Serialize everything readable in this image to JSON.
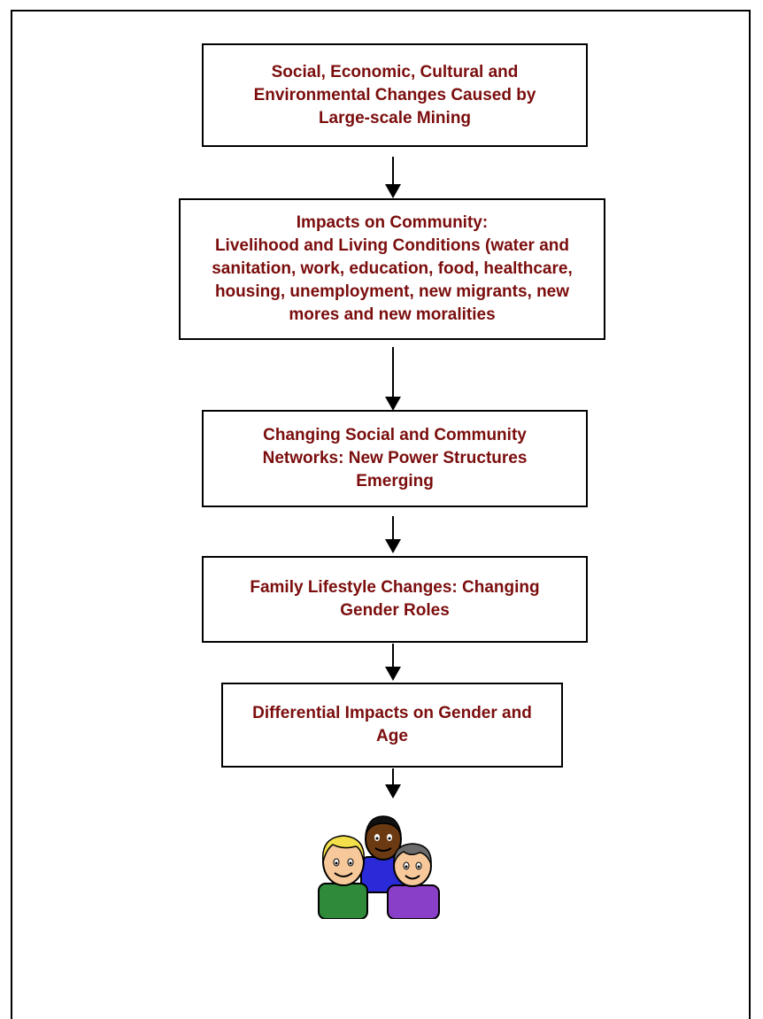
{
  "diagram": {
    "boxes": [
      {
        "lines": [
          "Social, Economic, Cultural and",
          "Environmental Changes Caused by",
          "Large-scale Mining"
        ]
      },
      {
        "lines": [
          "Impacts on Community:",
          "Livelihood and Living Conditions (water and",
          "sanitation, work, education, food, healthcare,",
          "housing, unemployment, new migrants, new",
          "mores and new moralities"
        ]
      },
      {
        "lines": [
          "Changing Social and Community",
          "Networks: New Power Structures",
          "Emerging"
        ]
      },
      {
        "lines": [
          "Family Lifestyle Changes: Changing",
          "Gender Roles"
        ]
      },
      {
        "lines": [
          "Differential Impacts on Gender and",
          "Age"
        ]
      }
    ],
    "text_color": "#7b0d0d",
    "illustration": "people-group-icon"
  }
}
